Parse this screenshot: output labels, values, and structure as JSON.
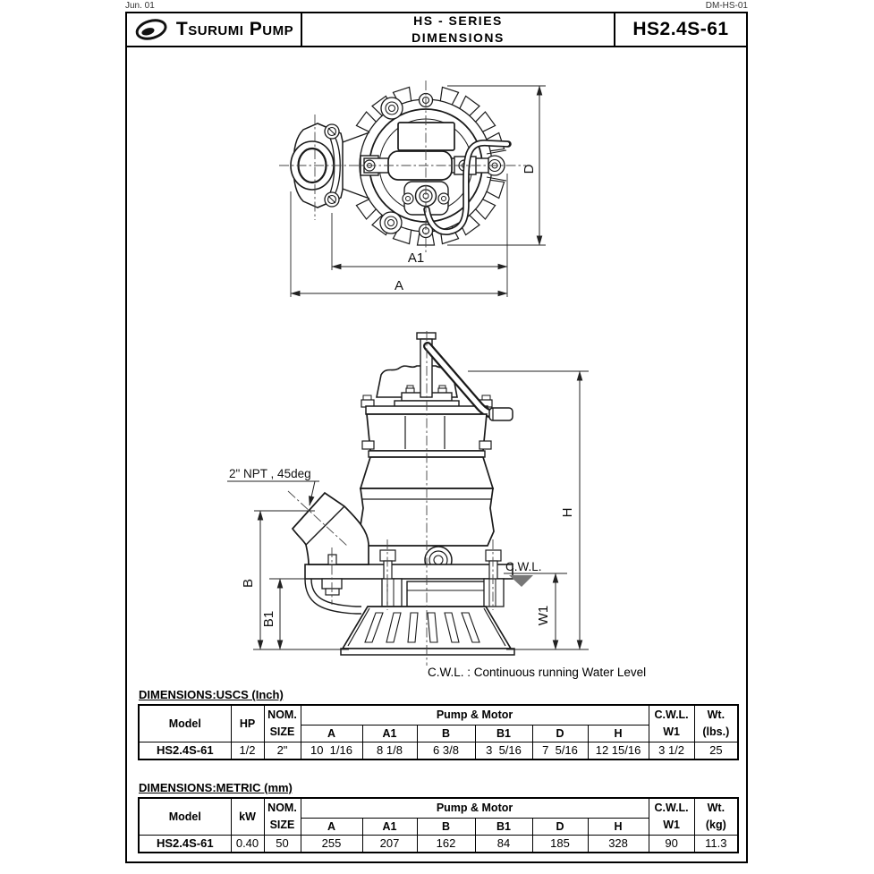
{
  "colors": {
    "ink": "#1a1a1a",
    "paper": "#ffffff"
  },
  "page": {
    "date_label": "Jun. 01",
    "doc_number": "DM-HS-01"
  },
  "header": {
    "brand": "Tsurumi Pump",
    "title_line1": "HS - SERIES",
    "title_line2": "DIMENSIONS",
    "model": "HS2.4S-61"
  },
  "drawing": {
    "top_view": {
      "dim_a": "A",
      "dim_a1": "A1",
      "dim_d": "D"
    },
    "side_view": {
      "dim_b": "B",
      "dim_b1": "B1",
      "dim_h": "H",
      "dim_w1": "W1",
      "cwl_label": "C.W.L.",
      "discharge_note": "2\" NPT , 45deg"
    },
    "footnote": "C.W.L. : Continuous running Water Level"
  },
  "tables": {
    "uscs": {
      "title": "DIMENSIONS:USCS (Inch)",
      "headers": {
        "model": "Model",
        "power": "HP",
        "nom": "NOM.",
        "size": "SIZE",
        "group": "Pump & Motor",
        "a": "A",
        "a1": "A1",
        "b": "B",
        "b1": "B1",
        "d": "D",
        "h": "H",
        "cwl": "C.W.L.",
        "w1": "W1",
        "wt": "Wt.",
        "wt_unit": "(lbs.)"
      },
      "row": {
        "model": "HS2.4S-61",
        "power": "1/2",
        "size": "2\"",
        "a": "10  1/16",
        "a1": "8 1/8",
        "b": "6 3/8",
        "b1": "3  5/16",
        "d": "7  5/16",
        "h": "12 15/16",
        "w1": "3 1/2",
        "wt": "25"
      }
    },
    "metric": {
      "title": "DIMENSIONS:METRIC (mm)",
      "headers": {
        "model": "Model",
        "power": "kW",
        "nom": "NOM.",
        "size": "SIZE",
        "group": "Pump & Motor",
        "a": "A",
        "a1": "A1",
        "b": "B",
        "b1": "B1",
        "d": "D",
        "h": "H",
        "cwl": "C.W.L.",
        "w1": "W1",
        "wt": "Wt.",
        "wt_unit": "(kg)"
      },
      "row": {
        "model": "HS2.4S-61",
        "power": "0.40",
        "size": "50",
        "a": "255",
        "a1": "207",
        "b": "162",
        "b1": "84",
        "d": "185",
        "h": "328",
        "w1": "90",
        "wt": "11.3"
      }
    }
  }
}
